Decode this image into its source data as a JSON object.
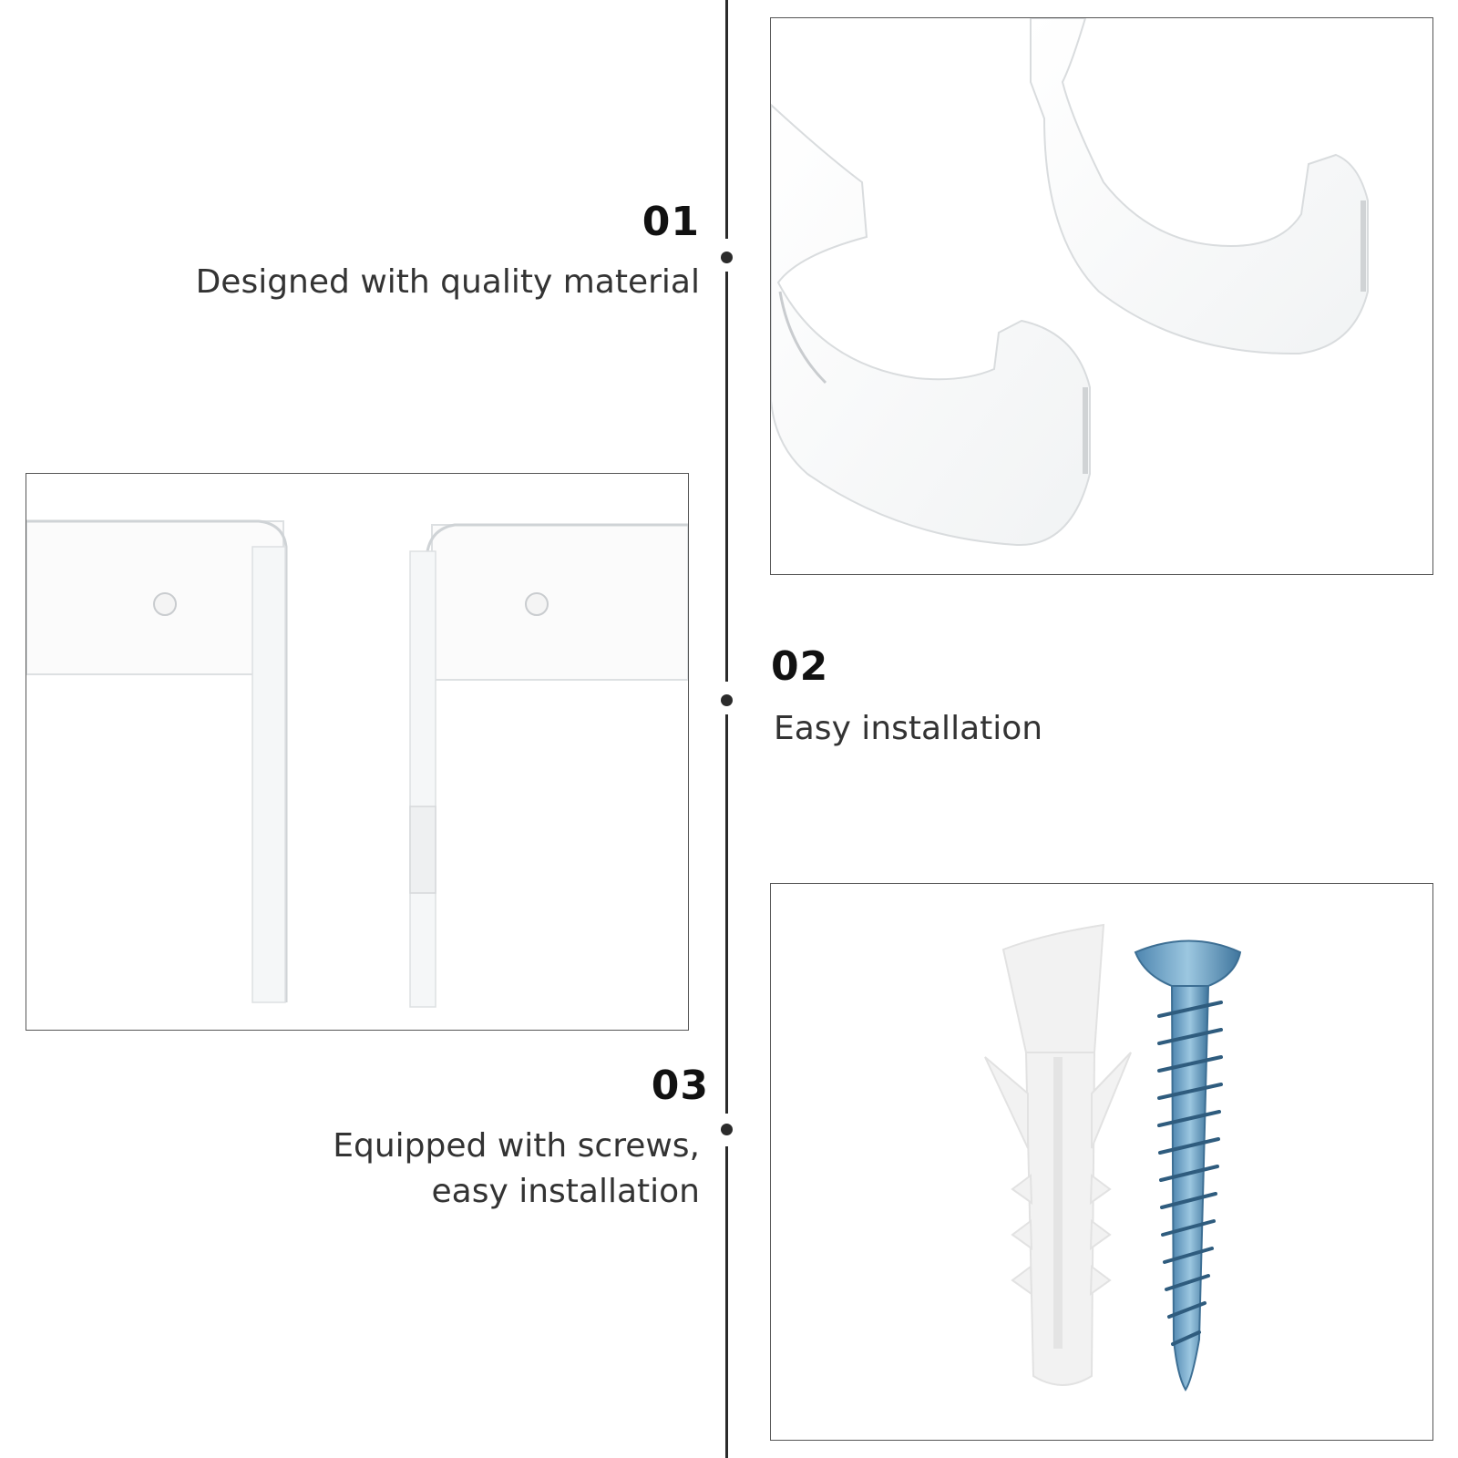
{
  "features": [
    {
      "number": "01",
      "text": "Designed with quality material"
    },
    {
      "number": "02",
      "text": "Easy installation"
    },
    {
      "number": "03",
      "text_line1": "Equipped with screws,",
      "text_line2": "easy installation"
    }
  ],
  "images": [
    {
      "icon": "acrylic-hooks-photo"
    },
    {
      "icon": "acrylic-brackets-photo"
    },
    {
      "icon": "screw-and-anchor-photo"
    }
  ],
  "colors": {
    "line": "#2b2b2b",
    "text": "#333333",
    "number": "#111111",
    "screw": "#6fa3c7"
  }
}
